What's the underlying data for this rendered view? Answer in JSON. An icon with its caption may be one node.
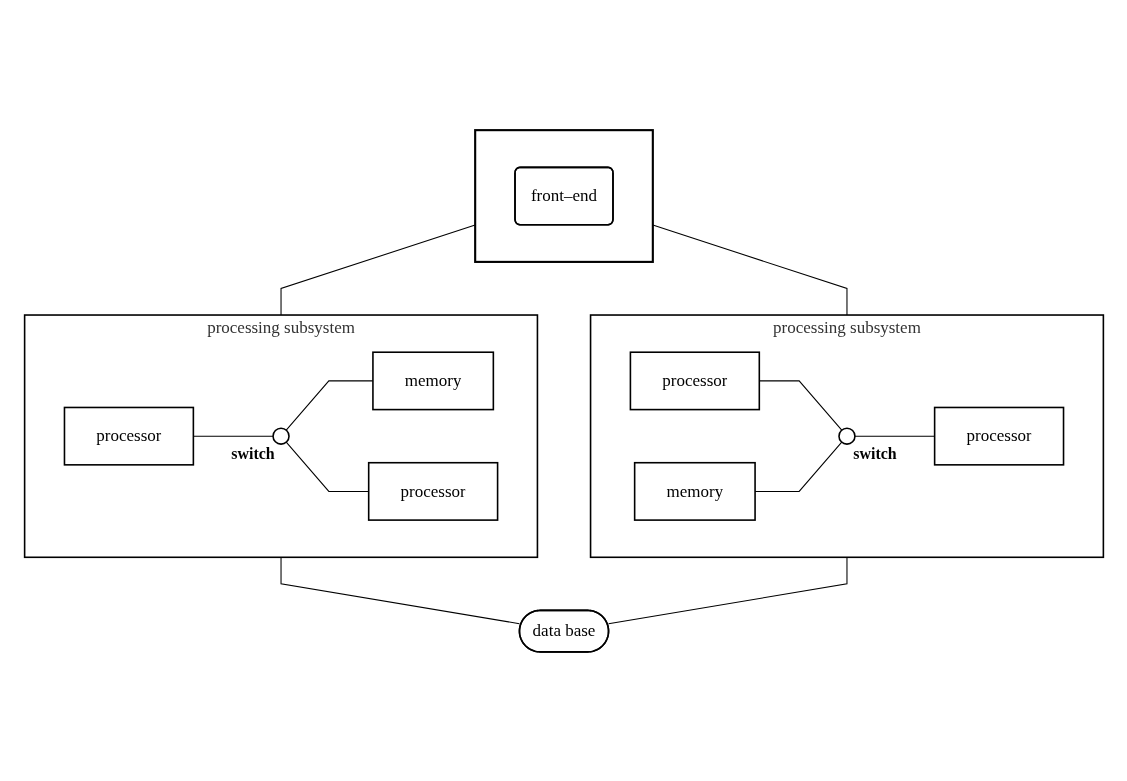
{
  "diagram": {
    "nodes": [
      {
        "text": [],
        "shape": "box"
      },
      {
        "text": [
          "front–end"
        ],
        "in": 0
      },
      {
        "text": [
          "processing subsystem"
        ]
      },
      {
        "text": [
          "processor"
        ],
        "in": 2
      },
      {
        "text": [],
        "shape": "circle",
        "beside": [
          "switch"
        ],
        "in": 2
      },
      {
        "text": [
          "memory"
        ],
        "in": 2
      },
      {
        "text": [
          "processor"
        ],
        "in": 2
      },
      {
        "text": [
          "processing subsystem"
        ]
      },
      {
        "text": [
          "processor"
        ],
        "in": 7
      },
      {
        "text": [
          "memory"
        ],
        "in": 7
      },
      {
        "text": [],
        "shape": "circle",
        "beside": [
          "switch"
        ],
        "in": 7
      },
      {
        "text": [
          "processor"
        ],
        "in": 7
      },
      {
        "text": [
          "data base"
        ]
      }
    ],
    "edges": [
      {
        "from": 0,
        "to": 2,
        "arrow": "none"
      },
      {
        "from": 0,
        "to": 7,
        "arrow": "none"
      },
      {
        "from": 3,
        "to": 4,
        "arrow": "none"
      },
      {
        "from": 4,
        "to": 5,
        "arrow": "none"
      },
      {
        "from": 4,
        "to": 6,
        "arrow": "none"
      },
      {
        "from": 8,
        "to": 10,
        "arrow": "none"
      },
      {
        "from": 9,
        "to": 10,
        "arrow": "none"
      },
      {
        "from": 10,
        "to": 11,
        "arrow": "none"
      },
      {
        "from": 2,
        "to": 12,
        "arrow": "none"
      },
      {
        "from": 7,
        "to": 12,
        "arrow": "none"
      }
    ]
  }
}
